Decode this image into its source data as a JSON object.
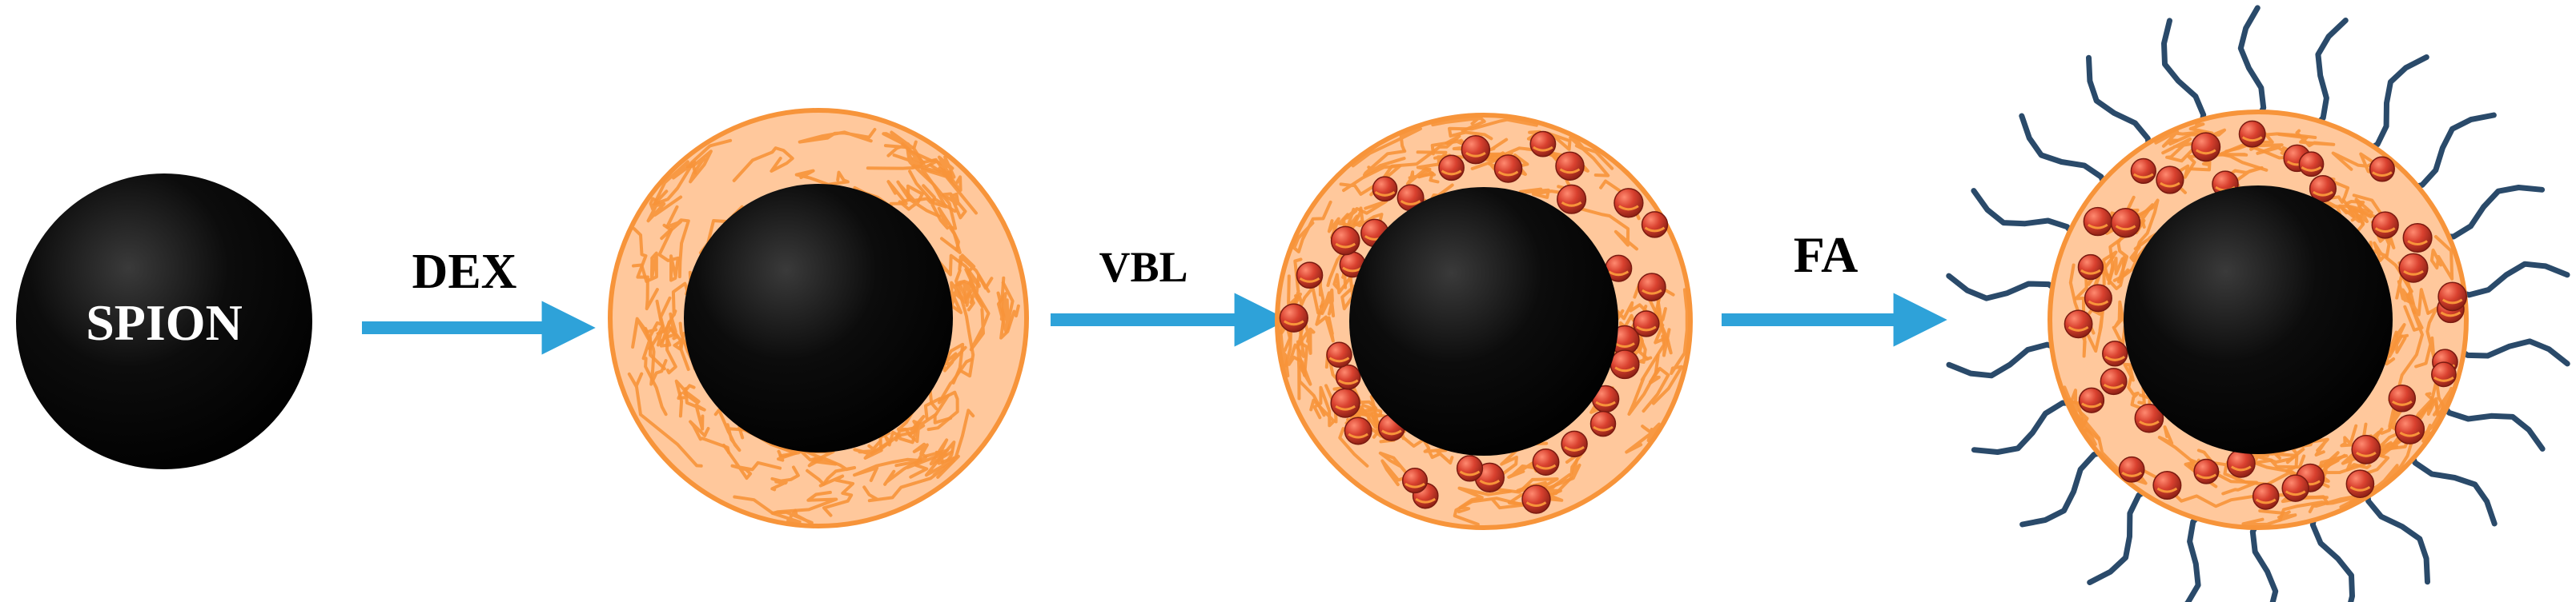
{
  "diagram": {
    "core_label": "SPION",
    "steps": [
      {
        "label": "DEX"
      },
      {
        "label": "VBL"
      },
      {
        "label": "FA"
      }
    ],
    "colors": {
      "core": "#000000",
      "core_text": "#ffffff",
      "arrow": "#2ea2d9",
      "dextran_fill": "#ffc89c",
      "dextran_strand": "#f7943a",
      "vbl_ball": "#c63a2c",
      "fa_chain": "#2a4a6a",
      "label_text": "#000000"
    }
  }
}
